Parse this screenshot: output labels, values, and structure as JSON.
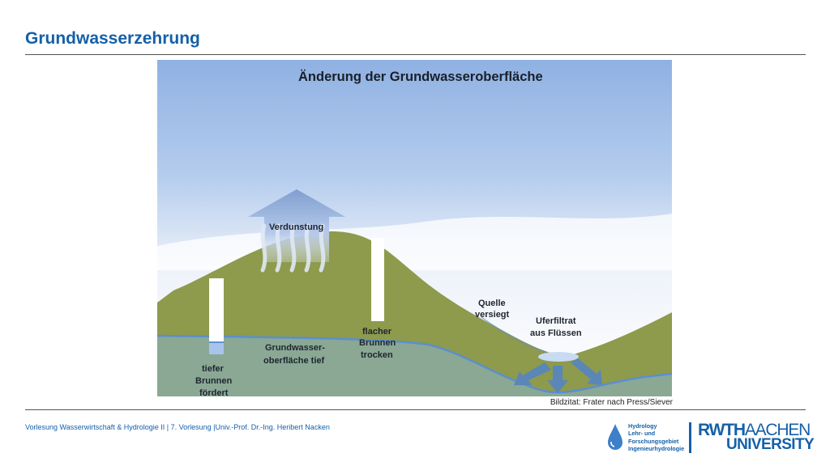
{
  "slide": {
    "title": "Grundwasserzehrung"
  },
  "figure": {
    "heading": "Änderung der Grundwasseroberfläche",
    "labels": {
      "evaporation": "Verdunstung",
      "spring_1": "Quelle",
      "spring_2": "versiegt",
      "bank_1": "Uferfiltrat",
      "bank_2": "aus Flüssen",
      "shallow_1": "flacher",
      "shallow_2": "Brunnen",
      "shallow_3": "trocken",
      "gw_1": "Grundwasser-",
      "gw_2": "oberfläche tief",
      "deep_1": "tiefer",
      "deep_2": "Brunnen",
      "deep_3": "fördert"
    },
    "colors": {
      "sky_top": "#8fb1e2",
      "hill": "#8e9a4c",
      "groundwater": "#8aa894",
      "water_line": "#5a8fd0",
      "arrow": "#5a86b8"
    },
    "caption": "Bildzitat: Frater nach Press/Siever"
  },
  "footer": {
    "text": "Vorlesung Wasserwirtschaft & Hydrologie II | 7. Vorlesung |Univ.-Prof. Dr.-Ing. Heribert Nacken",
    "hydro_logo_lines": [
      "Hydrology",
      "Lehr- und",
      "Forschungsgebiet",
      "Ingenieurhydrologie"
    ],
    "rwth_line1_bold": "RWTH",
    "rwth_line1_light": "AACHEN",
    "rwth_line2": "UNIVERSITY"
  }
}
